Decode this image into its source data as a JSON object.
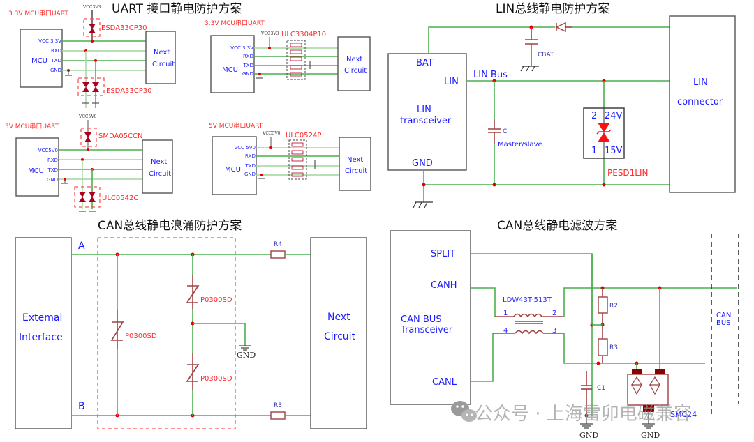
{
  "uart": {
    "title": "UART 接口静电防护方案",
    "q1": {
      "subtitle": "3.3V MCU串口UART",
      "supply": "VCC3V3",
      "mcu": "MCU",
      "pins": [
        "VCC 3.3V",
        "RXD",
        "TXD",
        "GND"
      ],
      "next": [
        "Next",
        "Circuit"
      ],
      "part_top": "ESDA33CP30",
      "part_bottom": "ESDA33CP30"
    },
    "q2": {
      "subtitle": "3.3V MCU串口UART",
      "supply": "VCC3V3",
      "mcu": "MCU",
      "pins": [
        "VCC 3.3V",
        "RXD",
        "TXD",
        "GND"
      ],
      "next": [
        "Next",
        "Circuit"
      ],
      "part": "ULC3304P10"
    },
    "q3": {
      "subtitle": "5V MCU串口UART",
      "supply": "VCC5V0",
      "mcu": "MCU",
      "pins": [
        "VCC5V0",
        "RXD",
        "TXD",
        "GND"
      ],
      "next": [
        "Next",
        "Circuit"
      ],
      "part_top": "SMDA05CCN",
      "part_bottom": "ULC0542C"
    },
    "q4": {
      "subtitle": "5V MCU串口UART",
      "supply": "VCC5V0",
      "mcu": "MCU",
      "pins": [
        "VCC 5V0",
        "RXD",
        "TXD",
        "GND"
      ],
      "next": [
        "Next",
        "Circuit"
      ],
      "part": "ULC0524P"
    }
  },
  "lin": {
    "title": "LIN总线静电防护方案",
    "transceiver": [
      "LIN",
      "transceiver"
    ],
    "pin_bat": "BAT",
    "pin_lin": "LIN",
    "pin_gnd": "GND",
    "bus_label": "LIN Bus",
    "cbat": "CBAT",
    "cap": "C",
    "cap_note": "Master/slave",
    "tvs_pin2": "2",
    "tvs_v2": "24V",
    "tvs_pin1": "1",
    "tvs_v1": "15V",
    "part": "PESD1LIN",
    "connector": [
      "LIN",
      "connector"
    ]
  },
  "can_surge": {
    "title": "CAN总线静电浪涌防护方案",
    "external": [
      "Extemal",
      "Interface"
    ],
    "line_a": "A",
    "line_b": "B",
    "part_left": "P0300SD",
    "part_top": "P0300SD",
    "part_bottom": "P0300SD",
    "gnd": "GND",
    "r_top": "R4",
    "r_bottom": "R3",
    "next": [
      "Next",
      "Circuit"
    ]
  },
  "can_filter": {
    "title": "CAN总线静电滤波方案",
    "transceiver": [
      "CAN BUS",
      "Transceiver"
    ],
    "pin_split": "SPLIT",
    "pin_canh": "CANH",
    "pin_canl": "CANL",
    "choke": "LDW43T-513T",
    "choke_pins": [
      "1",
      "2",
      "4",
      "3"
    ],
    "r_top": "R2",
    "r_bottom": "R3",
    "cap": "C1",
    "tvs": "SMC24",
    "gnd_1": "GND",
    "gnd_2": "GND",
    "bus": [
      "CAN",
      "BUS"
    ]
  },
  "watermark": {
    "text": "公众号 · 上海雷卯电磁兼容",
    "icon": "wechat-icon"
  }
}
